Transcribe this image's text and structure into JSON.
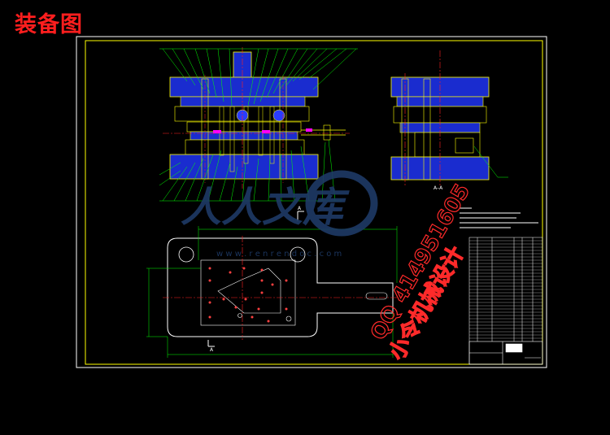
{
  "page": {
    "title": "装备图"
  },
  "watermark": {
    "brand": "人人文库",
    "url": "w w w . r e n r e n d o c . c o m"
  },
  "stamp": {
    "line1": "QQ 414951605",
    "line2": "小令机械设计"
  },
  "drawing": {
    "section_label": "A–A",
    "section_marker": "A",
    "colors": {
      "frame": "#ffffff",
      "outline": "#ffff00",
      "plate_fill": "#1a2ccf",
      "leader": "#00ff00",
      "centerline": "#ff2020",
      "parts": "#ff00ff",
      "title_text": "#ff1e1e",
      "stamp_text": "#ff2a2a",
      "watermark": "#1e3a66"
    }
  }
}
